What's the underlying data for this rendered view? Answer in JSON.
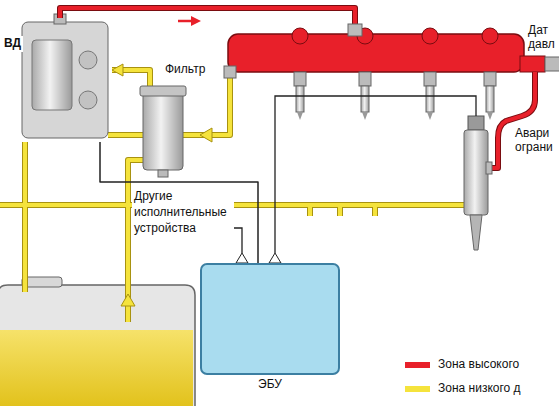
{
  "diagram": {
    "nodes": [
      {
        "text": [
          "ВД"
        ]
      },
      {
        "text": [
          "Фильтр"
        ]
      },
      {
        "text": [
          "ЭБУ"
        ]
      }
    ],
    "edges": [
      {
        "from": 1,
        "to": 0,
        "arrow": "to"
      },
      {
        "from": 0,
        "to": 2,
        "arrow": "none"
      }
    ],
    "labels": [
      "Другие исполнительные устройства",
      "Дат давл",
      "Авари ограни"
    ],
    "legend": [
      {
        "text": "Зона высокого",
        "color": "#e8202a"
      },
      {
        "text": "Зона низкого д",
        "color": "#f5e33c"
      }
    ]
  }
}
